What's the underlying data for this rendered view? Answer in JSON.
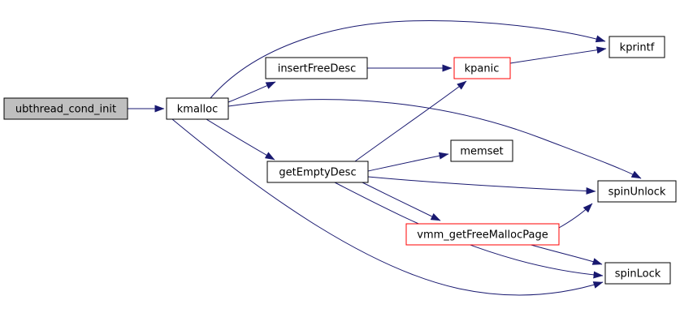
{
  "diagram": {
    "type": "call-graph",
    "background_color": "#ffffff",
    "edge_color": "#191970",
    "node_border_color": "#000000",
    "highlight_border_color": "#ff0000",
    "focus_node_fill_color": "#bfbfbf",
    "node_fill_color": "#ffffff",
    "text_color": "#000000",
    "nodes": [
      {
        "label": "ubthread_cond_init",
        "style": "focus"
      },
      {
        "label": "kmalloc",
        "style": "normal"
      },
      {
        "label": "insertFreeDesc",
        "style": "normal"
      },
      {
        "label": "kpanic",
        "style": "highlighted"
      },
      {
        "label": "kprintf",
        "style": "normal"
      },
      {
        "label": "getEmptyDesc",
        "style": "normal"
      },
      {
        "label": "memset",
        "style": "normal"
      },
      {
        "label": "spinUnlock",
        "style": "normal"
      },
      {
        "label": "vmm_getFreeMallocPage",
        "style": "highlighted"
      },
      {
        "label": "spinLock",
        "style": "normal"
      }
    ],
    "edges": [
      {
        "from": "ubthread_cond_init",
        "to": "kmalloc"
      },
      {
        "from": "kmalloc",
        "to": "insertFreeDesc"
      },
      {
        "from": "kmalloc",
        "to": "kprintf"
      },
      {
        "from": "kmalloc",
        "to": "getEmptyDesc"
      },
      {
        "from": "kmalloc",
        "to": "spinUnlock"
      },
      {
        "from": "kmalloc",
        "to": "spinLock"
      },
      {
        "from": "insertFreeDesc",
        "to": "kpanic"
      },
      {
        "from": "kpanic",
        "to": "kprintf"
      },
      {
        "from": "getEmptyDesc",
        "to": "kpanic"
      },
      {
        "from": "getEmptyDesc",
        "to": "memset"
      },
      {
        "from": "getEmptyDesc",
        "to": "spinUnlock"
      },
      {
        "from": "getEmptyDesc",
        "to": "vmm_getFreeMallocPage"
      },
      {
        "from": "getEmptyDesc",
        "to": "spinLock"
      },
      {
        "from": "vmm_getFreeMallocPage",
        "to": "spinUnlock"
      },
      {
        "from": "vmm_getFreeMallocPage",
        "to": "spinLock"
      }
    ]
  }
}
